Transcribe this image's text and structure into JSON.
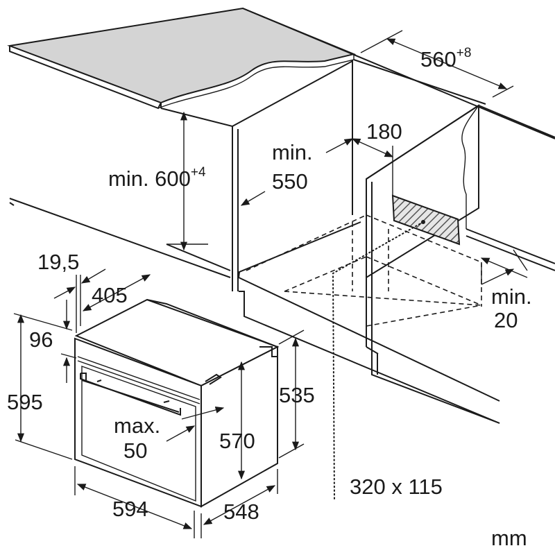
{
  "labels": {
    "width_niche": "560",
    "width_niche_tol": "+8",
    "depth_vent": "180",
    "min_label_1": "min.",
    "depth_min": "550",
    "height_min": "min. 600",
    "height_min_tol": "+4",
    "offset_19_5": "19,5",
    "depth_405": "405",
    "height_96": "96",
    "height_595": "595",
    "height_535": "535",
    "height_570": "570",
    "max_label": "max.",
    "max_value": "50",
    "gap_min_label": "min.",
    "gap_min_value": "20",
    "width_594": "594",
    "depth_548": "548",
    "vent_size": "320 x 115",
    "units": "mm"
  },
  "colors": {
    "line": "#1a1a1a",
    "worktop": "#d4d4d4",
    "hatch": "#555555"
  }
}
